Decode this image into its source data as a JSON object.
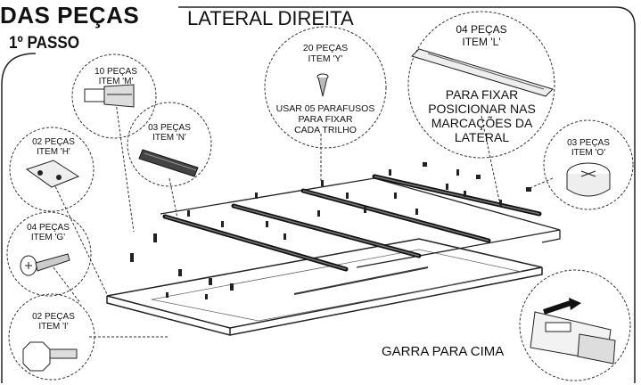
{
  "header": {
    "title": "DAS PEÇAS",
    "step": "1º PASSO",
    "subtitle": "LATERAL DIREITA"
  },
  "parts": {
    "item_m": {
      "qty": "10 PEÇAS",
      "item": "ITEM 'M'"
    },
    "item_n": {
      "qty": "03 PEÇAS",
      "item": "ITEM 'N'"
    },
    "item_h": {
      "qty": "02 PEÇAS",
      "item": "ITEM 'H'"
    },
    "item_g": {
      "qty": "04 PEÇAS",
      "item": "ITEM 'G'"
    },
    "item_i": {
      "qty": "02 PEÇAS",
      "item": "ITEM 'I'"
    },
    "item_y": {
      "qty": "20 PEÇAS",
      "item": "ITEM 'Y'",
      "note_1": "USAR 05 PARAFUSOS",
      "note_2": "PARA FIXAR",
      "note_3": "CADA TRILHO"
    },
    "item_l": {
      "qty": "04 PEÇAS",
      "item": "ITEM 'L'",
      "note_1": "PARA FIXAR",
      "note_2": "POSICIONAR NAS",
      "note_3": "MARCAÇÕES DA",
      "note_4": "LATERAL"
    },
    "item_o": {
      "qty": "03 PEÇAS",
      "item": "ITEM 'O'"
    }
  },
  "callout": {
    "garra": "GARRA PARA CIMA"
  }
}
